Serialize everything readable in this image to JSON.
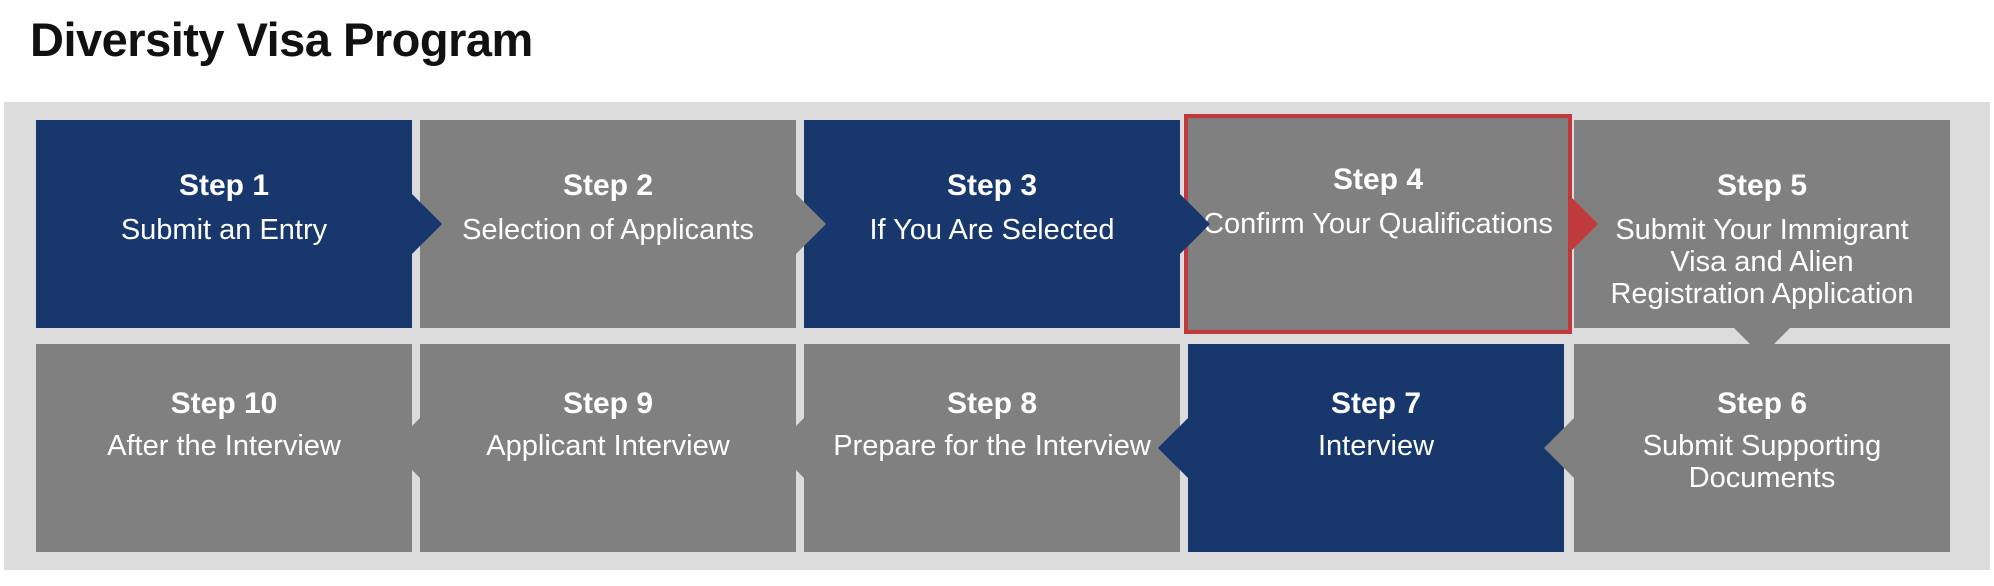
{
  "page": {
    "title": "Diversity Visa Program"
  },
  "colors": {
    "blue": "#17376d",
    "gray": "#808080",
    "active_border": "#c0393b",
    "panel_bg": "#dcdcdc"
  },
  "steps": [
    {
      "label": "Step 1",
      "desc": "Submit an Entry",
      "color": "blue",
      "active": false
    },
    {
      "label": "Step 2",
      "desc": "Selection of Applicants",
      "color": "gray",
      "active": false
    },
    {
      "label": "Step 3",
      "desc": "If You Are Selected",
      "color": "blue",
      "active": false
    },
    {
      "label": "Step 4",
      "desc": "Confirm Your Qualifications",
      "color": "gray",
      "active": true
    },
    {
      "label": "Step 5",
      "desc": "Submit Your Immigrant Visa and Alien Registration Application",
      "color": "gray",
      "active": false
    },
    {
      "label": "Step 6",
      "desc": "Submit Supporting Documents",
      "color": "gray",
      "active": false
    },
    {
      "label": "Step 7",
      "desc": "Interview",
      "color": "blue",
      "active": false
    },
    {
      "label": "Step 8",
      "desc": "Prepare for the Interview",
      "color": "gray",
      "active": false
    },
    {
      "label": "Step 9",
      "desc": "Applicant Interview",
      "color": "gray",
      "active": false
    },
    {
      "label": "Step 10",
      "desc": "After the Interview",
      "color": "gray",
      "active": false
    }
  ]
}
